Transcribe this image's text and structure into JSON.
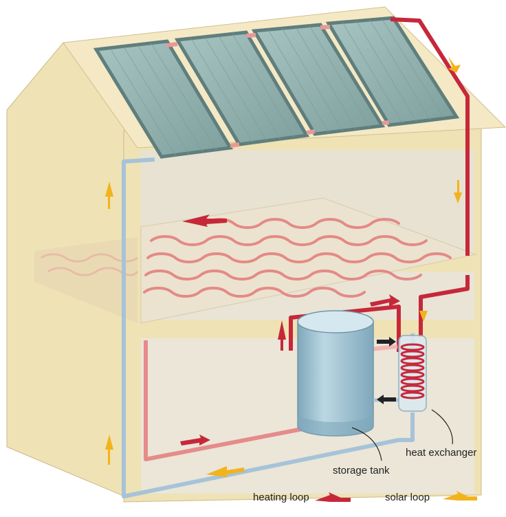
{
  "labels": {
    "heat_exchanger": "heat exchanger",
    "storage_tank": "storage tank",
    "heating_loop": "heating loop",
    "solar_loop": "solar loop"
  },
  "colors": {
    "house_wall": "#efe2b4",
    "house_wall_dark": "#e2d3a0",
    "interior": "#e8e2d3",
    "floor": "#ece5d3",
    "solar_panel": "#8fb0ad",
    "solar_panel_frame": "#5f7e7d",
    "heating_pipe": "#c6283a",
    "heating_pipe_light": "#f0b5b2",
    "solar_pipe": "#a6c3d8",
    "solar_arrow": "#f2b31c",
    "tank_water": "#9ec3d4"
  }
}
